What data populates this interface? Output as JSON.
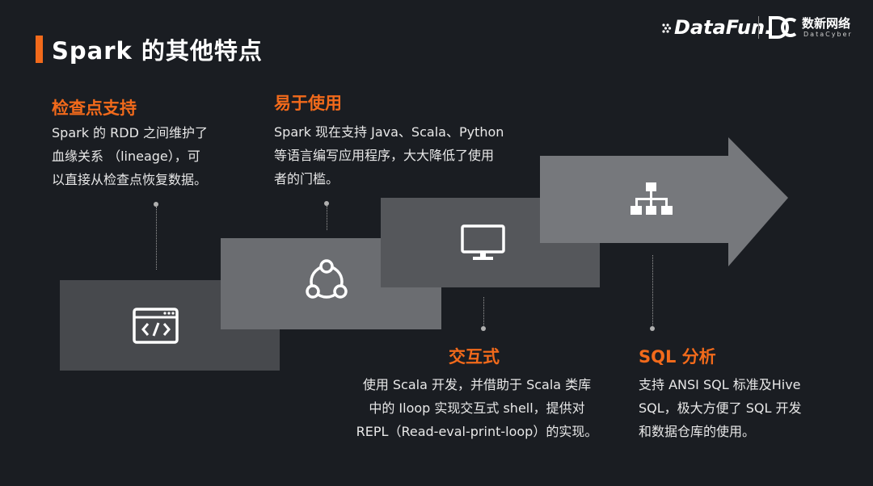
{
  "title": "Spark 的其他特点",
  "logos": {
    "datafun": "DataFun.",
    "datacyber_cn": "数新网络",
    "datacyber_en": "DataCyber"
  },
  "features": [
    {
      "heading": "检查点支持",
      "lines": [
        "Spark 的 RDD 之间维护了",
        "血缘关系 （lineage），可",
        "以直接从检查点恢复数据。"
      ],
      "icon": "code-window-icon"
    },
    {
      "heading": "易于使用",
      "lines": [
        "Spark 现在支持 Java、Scala、Python",
        "等语言编写应用程序，大大降低了使用",
        "者的门槛。"
      ],
      "icon": "share-nodes-icon"
    },
    {
      "heading": "交互式",
      "lines": [
        "使用 Scala 开发，并借助于 Scala 类库",
        "中的 Iloop 实现交互式 shell，提供对",
        "REPL（Read-eval-print-loop）的实现。"
      ],
      "icon": "monitor-icon"
    },
    {
      "heading": "SQL 分析",
      "lines": [
        "支持 ANSI SQL 标准及Hive",
        "SQL，极大方便了 SQL 开发",
        "和数据仓库的使用。"
      ],
      "icon": "org-chart-icon"
    }
  ],
  "colors": {
    "accent": "#f26a1b",
    "background": "#1a1d22",
    "step1": "#4a4c50",
    "step2": "#6a6c70",
    "step3": "#55575b",
    "step4": "#77797d"
  }
}
